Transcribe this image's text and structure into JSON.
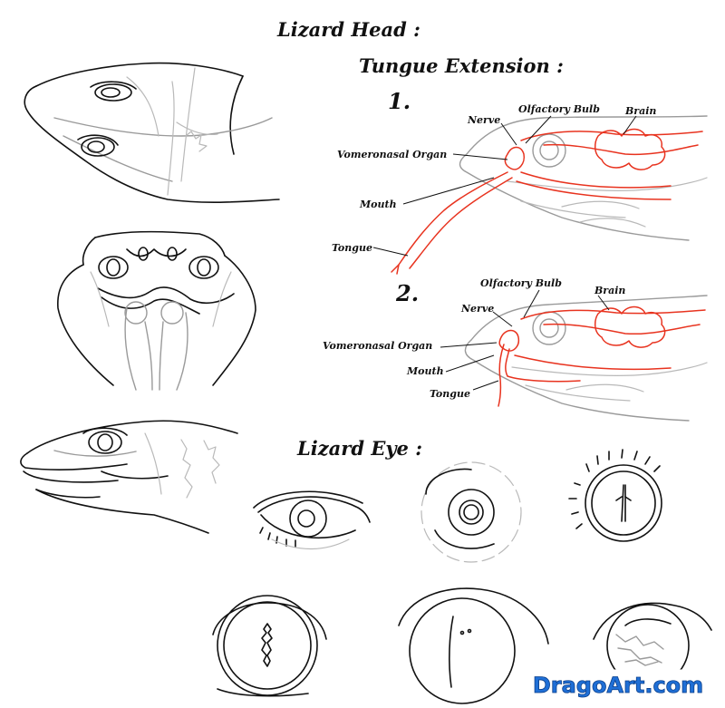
{
  "title": "Lizard Head :",
  "tongue_section": {
    "title": "Tungue Extension :",
    "step1": {
      "number": "1.",
      "labels": {
        "nerve": "Nerve",
        "olfactory_bulb": "Olfactory Bulb",
        "brain": "Brain",
        "vomeronasal_organ": "Vomeronasal Organ",
        "mouth": "Mouth",
        "tongue": "Tongue"
      }
    },
    "step2": {
      "number": "2.",
      "labels": {
        "olfactory_bulb": "Olfactory Bulb",
        "brain": "Brain",
        "nerve": "Nerve",
        "vomeronasal_organ": "Vomeronasal Organ",
        "mouth": "Mouth",
        "tongue": "Tongue"
      }
    }
  },
  "eye_section": {
    "title": "Lizard Eye :"
  },
  "watermark": "DragoArt.com",
  "colors": {
    "ink": "#111111",
    "guide": "#9a9a9a",
    "anatomy": "#e8331f",
    "logo_blue": "#1f6fd6"
  }
}
